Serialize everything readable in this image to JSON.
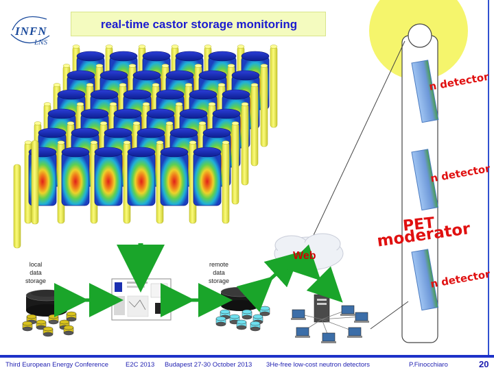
{
  "title": "real-time castor storage monitoring",
  "labels": {
    "local_storage": [
      "local",
      "data",
      "storage"
    ],
    "remote_storage": [
      "remote",
      "data",
      "storage"
    ],
    "web": "Web"
  },
  "logo": {
    "main": "INFN",
    "sub": "LNS"
  },
  "detector_labels": [
    "n detector",
    "n detector",
    "n detector"
  ],
  "moderator": [
    "PET",
    "moderator"
  ],
  "footer": {
    "conference": "Third European Energy Conference",
    "event": "E2C 2013",
    "place": "Budapest 27-30 October 2013",
    "topic": "3He-free low-cost neutron detectors",
    "author": "P.Finocchiaro",
    "page": "20"
  },
  "colors": {
    "accent_blue": "#1e32c8",
    "arrow_green": "#1aa52a",
    "tube_yellow": "#f2f24a",
    "label_red": "#e01010"
  }
}
